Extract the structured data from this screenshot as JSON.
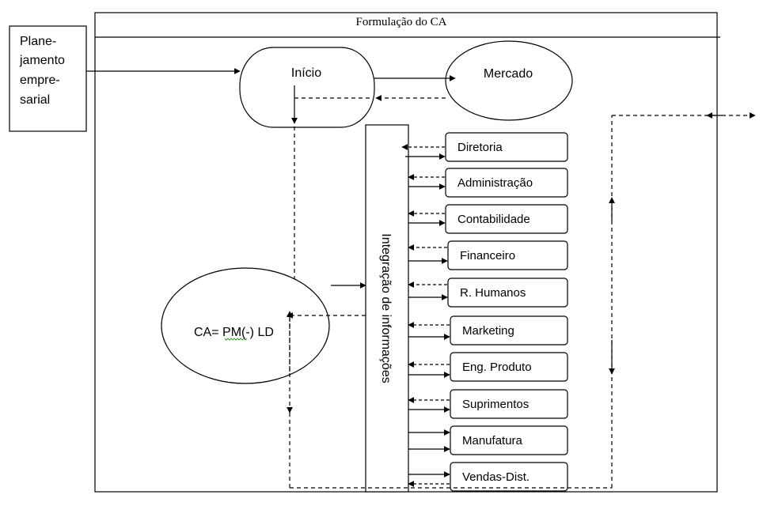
{
  "diagram": {
    "title": "Formulação do CA",
    "planejamento": [
      "Plane-",
      "jamento",
      "empre-",
      "sarial"
    ],
    "inicio": "Início",
    "mercado": "Mercado",
    "integracao": "Integração de informações",
    "ca_prefix": "CA= ",
    "ca_pm": "PM",
    "ca_suffix": "(-) LD",
    "departments": [
      "Diretoria",
      "Administração",
      "Contabilidade",
      "Financeiro",
      "R. Humanos",
      "Marketing",
      "Eng. Produto",
      "Suprimentos",
      "Manufatura",
      "Vendas-Dist."
    ],
    "colors": {
      "stroke": "#000000",
      "background": "#ffffff",
      "squiggle": "#3a9a3a"
    }
  }
}
